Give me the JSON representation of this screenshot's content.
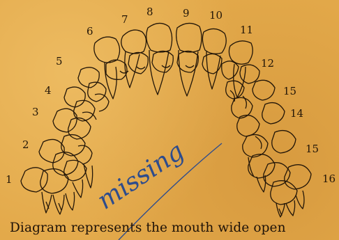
{
  "tooth_numbers": [
    "1",
    "2",
    "3",
    "4",
    "5",
    "6",
    "7",
    "8",
    "9",
    "10",
    "11",
    "12",
    "15",
    "14",
    "15",
    "16"
  ],
  "handwritten_note": "missing",
  "caption": "Diagram represents the mouth wide open",
  "colors": {
    "paper": "#e3a94a",
    "ink": "#231608",
    "pencil": "#2e4c8c"
  }
}
